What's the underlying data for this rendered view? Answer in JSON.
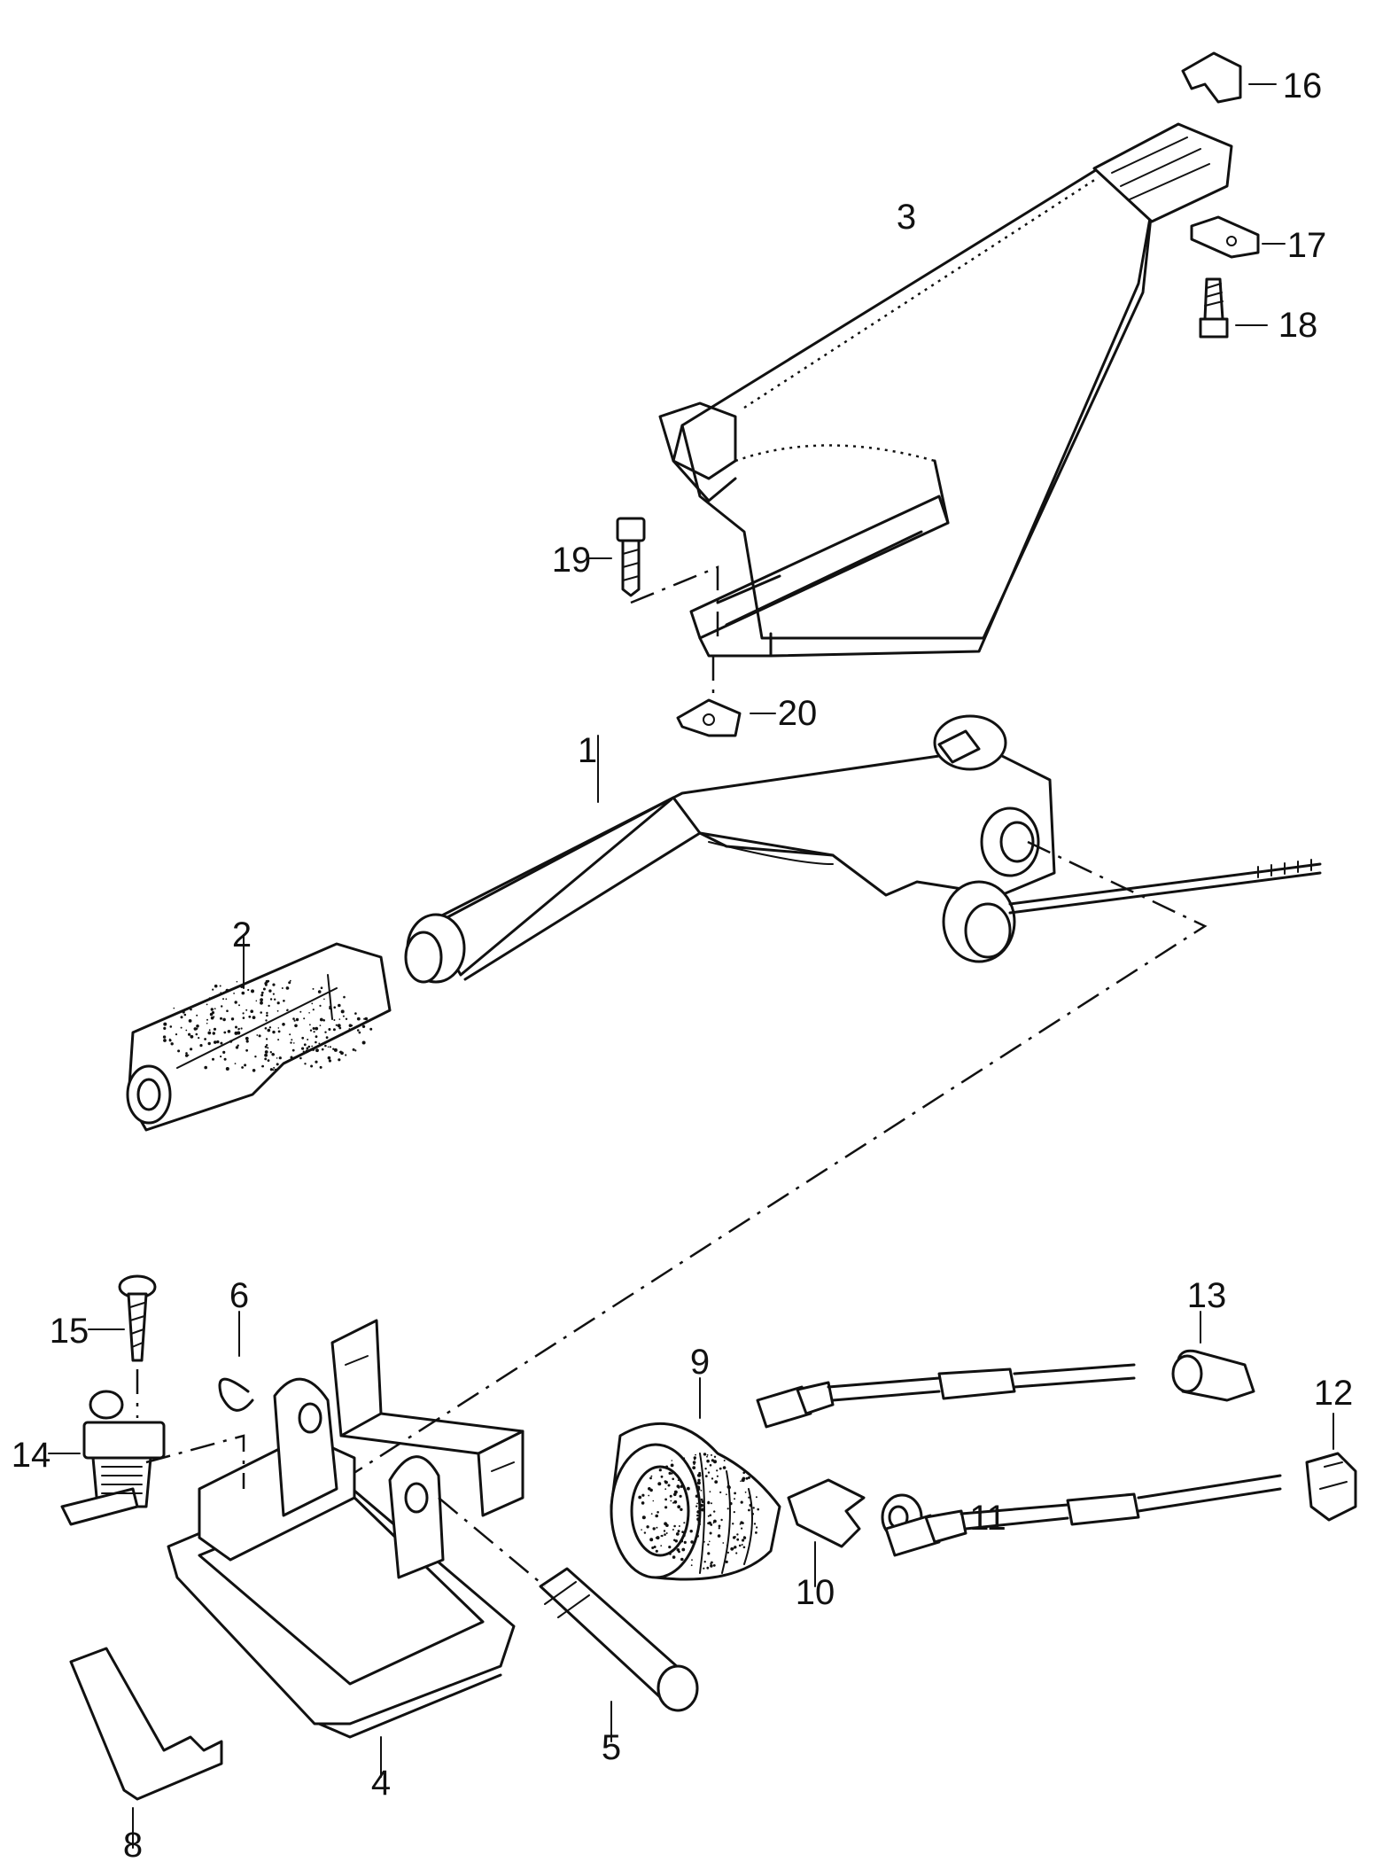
{
  "callouts": [
    {
      "id": "1",
      "label": "1"
    },
    {
      "id": "2",
      "label": "2"
    },
    {
      "id": "3",
      "label": "3"
    },
    {
      "id": "4",
      "label": "4"
    },
    {
      "id": "5",
      "label": "5"
    },
    {
      "id": "6",
      "label": "6"
    },
    {
      "id": "8",
      "label": "8"
    },
    {
      "id": "9",
      "label": "9"
    },
    {
      "id": "10",
      "label": "10"
    },
    {
      "id": "11",
      "label": "11"
    },
    {
      "id": "12",
      "label": "12"
    },
    {
      "id": "13",
      "label": "13"
    },
    {
      "id": "14",
      "label": "14"
    },
    {
      "id": "15",
      "label": "15"
    },
    {
      "id": "16",
      "label": "16"
    },
    {
      "id": "17",
      "label": "17"
    },
    {
      "id": "18",
      "label": "18"
    },
    {
      "id": "19",
      "label": "19"
    },
    {
      "id": "20",
      "label": "20"
    }
  ]
}
